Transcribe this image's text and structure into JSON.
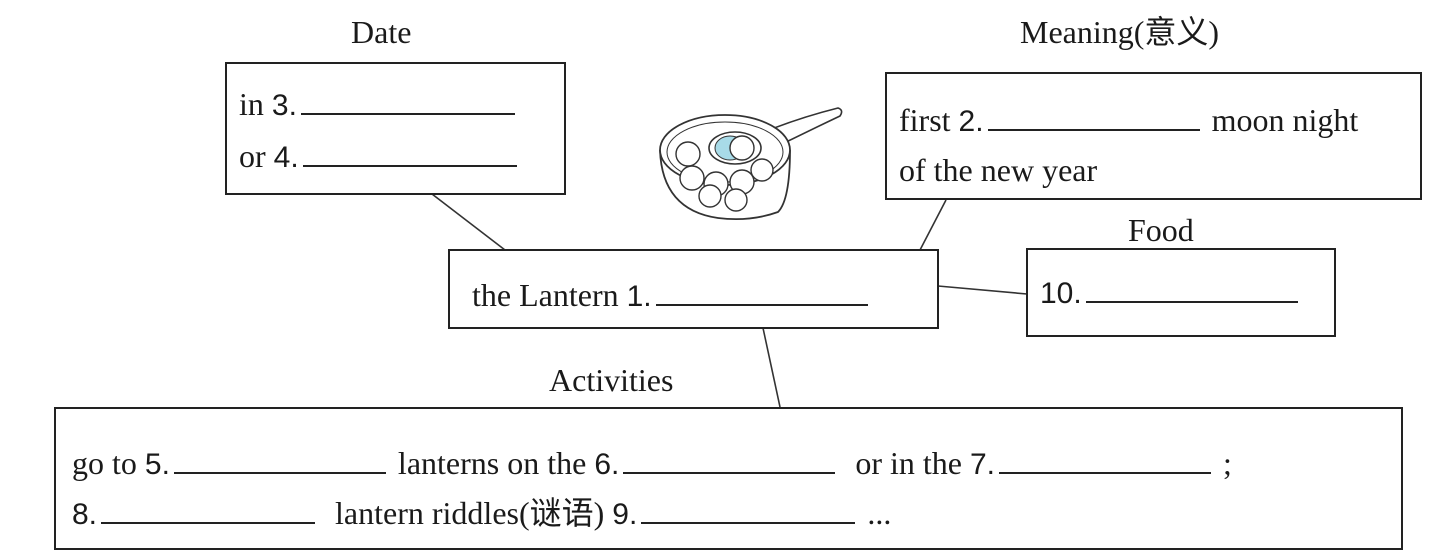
{
  "headings": {
    "date": "Date",
    "meaning": "Meaning(意义)",
    "food": "Food",
    "activities": "Activities"
  },
  "date_box": {
    "line1_prefix": "in",
    "line1_num": "3.",
    "line2_prefix": "or",
    "line2_num": "4."
  },
  "meaning_box": {
    "line1_prefix": "first",
    "line1_num": "2.",
    "line1_suffix": "moon night",
    "line2": "of the new year"
  },
  "center_box": {
    "prefix": "the Lantern",
    "num": "1."
  },
  "food_box": {
    "num": "10."
  },
  "activities_box": {
    "line1_prefix": "go to",
    "line1_num_a": "5.",
    "line1_mid_a": "lanterns on the",
    "line1_num_b": "6.",
    "line1_mid_b": "or in the",
    "line1_num_c": "7.",
    "line1_end": ";",
    "line2_num_a": "8.",
    "line2_mid": "lantern riddles(谜语)",
    "line2_num_b": "9.",
    "line2_end": "..."
  },
  "illustration": "bowl-of-tangyuan-icon"
}
